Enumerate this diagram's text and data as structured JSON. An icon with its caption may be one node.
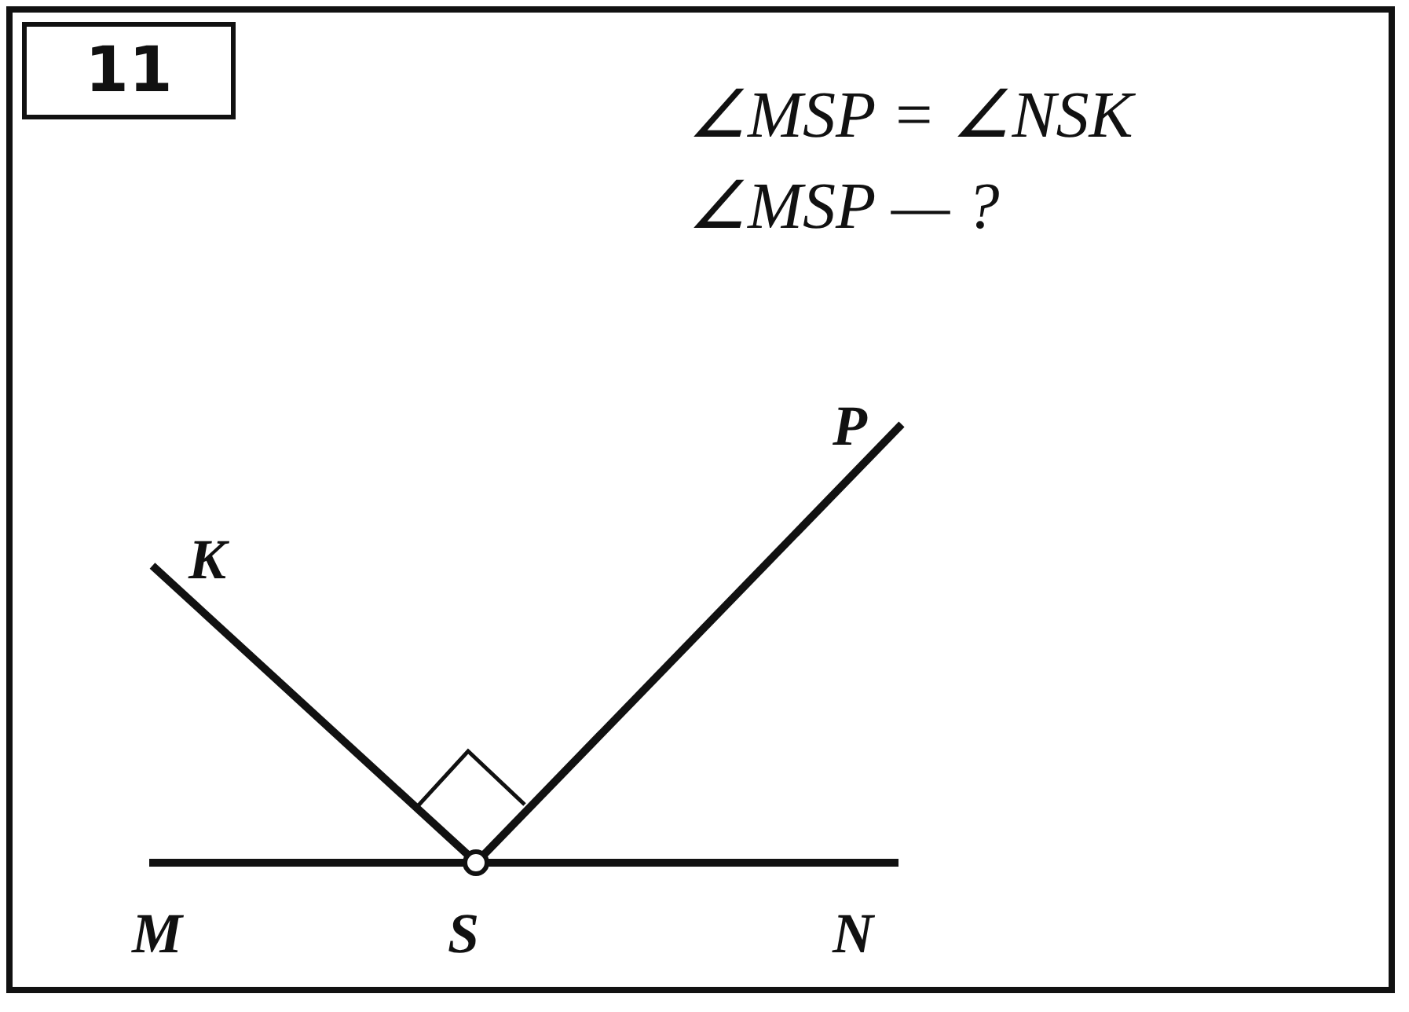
{
  "diagram": {
    "labels": [
      "11",
      "∠MSP = ∠NSK",
      "∠MSP — ?",
      "P",
      "K",
      "M",
      "S",
      "N"
    ]
  }
}
